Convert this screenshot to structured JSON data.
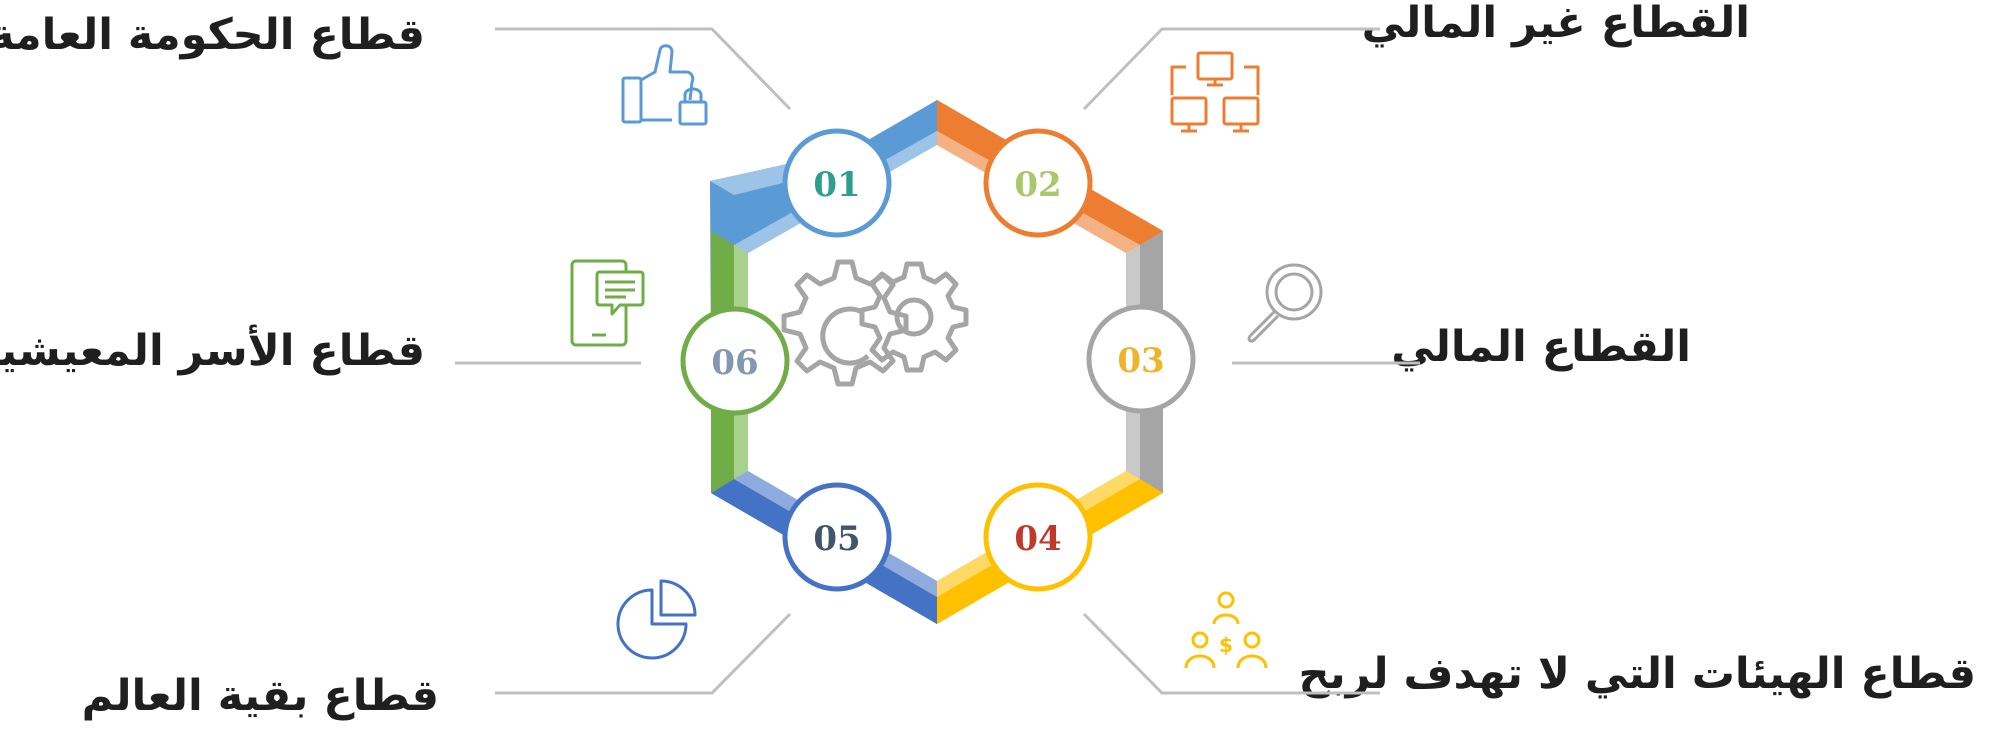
{
  "sectors": [
    {
      "number": "01",
      "label": "قطاع الحكومة العامة",
      "icon": "thumbs-up-lock-icon",
      "band_dark": "#5b9bd5",
      "band_light": "#9dc3e6",
      "ring": "#5b9bd5",
      "number_color": "#2e9e8f",
      "icon_color": "#5b9bd5"
    },
    {
      "number": "02",
      "label": "القطاع غير المالي",
      "icon": "network-computers-icon",
      "band_dark": "#ed7d31",
      "band_light": "#f4b183",
      "ring": "#ed7d31",
      "number_color": "#a9c76b",
      "icon_color": "#ed7d31"
    },
    {
      "number": "03",
      "label": "القطاع المالي",
      "icon": "magnifier-icon",
      "band_dark": "#a5a5a5",
      "band_light": "#c9c9c9",
      "ring": "#a5a5a5",
      "number_color": "#f0b429",
      "icon_color": "#a5a5a5"
    },
    {
      "number": "04",
      "label": "قطاع الهيئات التي لا تهدف لربح",
      "icon": "people-dollar-icon",
      "band_dark": "#ffc000",
      "band_light": "#ffd966",
      "ring": "#ffc000",
      "number_color": "#c0392b",
      "icon_color": "#ffc000"
    },
    {
      "number": "05",
      "label": "قطاع بقية العالم",
      "icon": "pie-chart-icon",
      "band_dark": "#4472c4",
      "band_light": "#8faadc",
      "ring": "#4472c4",
      "number_color": "#44546a",
      "icon_color": "#4472c4"
    },
    {
      "number": "06",
      "label": "قطاع الأسر المعيشية",
      "icon": "mobile-chat-icon",
      "band_dark": "#70ad47",
      "band_light": "#a9d18e",
      "ring": "#70ad47",
      "number_color": "#8497b0",
      "icon_color": "#70ad47"
    }
  ],
  "center_icon": "gears-icon",
  "connector_color": "#bfbfbf",
  "gear_color": "#a5a5a5"
}
